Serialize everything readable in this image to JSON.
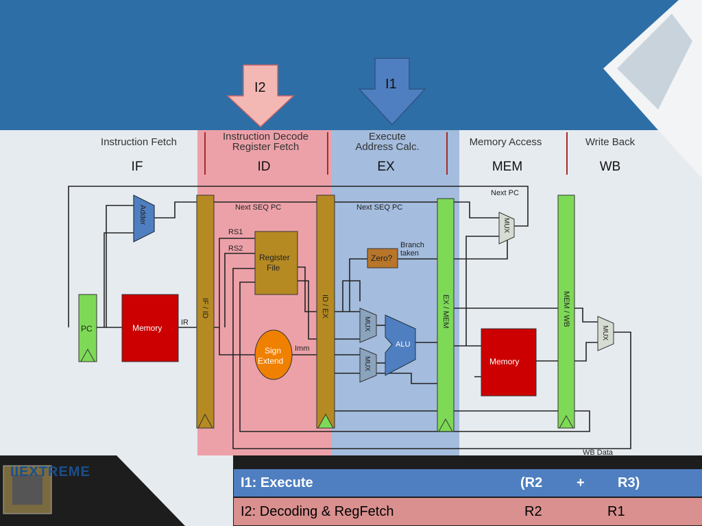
{
  "arrows": {
    "i2": "I2",
    "i1": "I1"
  },
  "stages": [
    {
      "title": "Instruction Fetch",
      "abbr": "IF"
    },
    {
      "title": "Instruction Decode\nRegister Fetch",
      "title1": "Instruction Decode",
      "title2": "Register Fetch",
      "abbr": "ID"
    },
    {
      "title1": "Execute",
      "title2": "Address Calc.",
      "abbr": "EX"
    },
    {
      "title": "Memory Access",
      "abbr": "MEM"
    },
    {
      "title": "Write Back",
      "abbr": "WB"
    }
  ],
  "blocks": {
    "adder": "Adder",
    "pc": "PC",
    "imem": "Memory",
    "ifid": "IF / ID",
    "regfile1": "Register",
    "regfile2": "File",
    "sign1": "Sign",
    "sign2": "Extend",
    "idex": "ID / EX",
    "zero": "Zero?",
    "mux1": "MUX",
    "mux2": "MUX",
    "alu": "ALU",
    "exmem": "EX / MEM",
    "dmem": "Memory",
    "branchmux": "MUX",
    "memwb": "MEM / WB",
    "wbmux": "MUX"
  },
  "labels": {
    "next_seq_pc_1": "Next SEQ PC",
    "next_seq_pc_2": "Next SEQ PC",
    "next_pc": "Next PC",
    "rs1": "RS1",
    "rs2": "RS2",
    "ir": "IR",
    "imm": "Imm",
    "branch1": "Branch",
    "branch2": "taken",
    "wb_data": "WB Data"
  },
  "logo": "IIEXTREME",
  "table": {
    "row1": {
      "name": "I1: Execute",
      "a": "(R2",
      "op": "+",
      "b": "R3)",
      "color": "#4f7fc0"
    },
    "row2": {
      "name": "I2: Decoding & RegFetch",
      "a": "R2",
      "b": "R1",
      "color": "#d9908f"
    }
  }
}
